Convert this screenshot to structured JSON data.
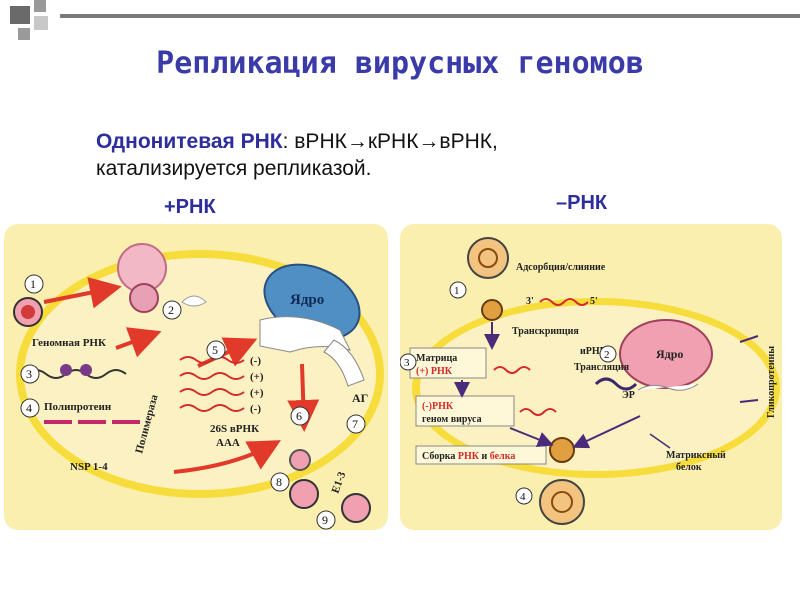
{
  "slide": {
    "title": "Репликация вирусных геномов",
    "subtitle_lead": "Однонитевая РНК",
    "subtitle_rest": ": вРНК→кРНК→вРНК,",
    "subtitle_line2": "катализируется репликазой.",
    "left_header": "+РНК",
    "right_header": "–РНК"
  },
  "left_diagram": {
    "labels": {
      "nucleus": "Ядро",
      "genomic_rna": "Геномная РНК",
      "polyproteins": "Полипротеин",
      "nsp": "NSP 1-4",
      "polymerase": "Полимераза",
      "minus1": "(-)",
      "plus1": "(+)",
      "plus2": "(+)",
      "minus2": "(-)",
      "rna26s": "26S вРНК",
      "aaa": "AAA",
      "ag": "АГ",
      "e": "E1-3"
    },
    "steps": [
      "1",
      "2",
      "3",
      "4",
      "5",
      "6",
      "7",
      "8",
      "9"
    ]
  },
  "right_diagram": {
    "labels": {
      "adsorption": "Адсорбция/слияние",
      "prime3": "3'",
      "prime5": "5'",
      "transcription": "Транскрипция",
      "mrna": "иРНК",
      "translation": "Трансляция",
      "matrix1": "Матрица",
      "matrix2": "(+) РНК",
      "nucleus": "Ядро",
      "minus_rna1": "(-)РНК",
      "minus_rna2": "геном вируса",
      "er": "ЭР",
      "assembly_pre": "Сборка ",
      "assembly_rna": "РНК",
      "assembly_mid": " и ",
      "assembly_protein": "белка",
      "glycoproteins": "Гликопротеины",
      "matrix_protein1": "Матриксный",
      "matrix_protein2": "белок"
    },
    "steps": [
      "1",
      "2",
      "3",
      "4"
    ]
  },
  "colors": {
    "title": "#3a3aa8",
    "panel": "#fbefb0",
    "membrane": "#f6dc3c",
    "arrow": "#e23a2a",
    "rna_red": "#d42a2a"
  }
}
